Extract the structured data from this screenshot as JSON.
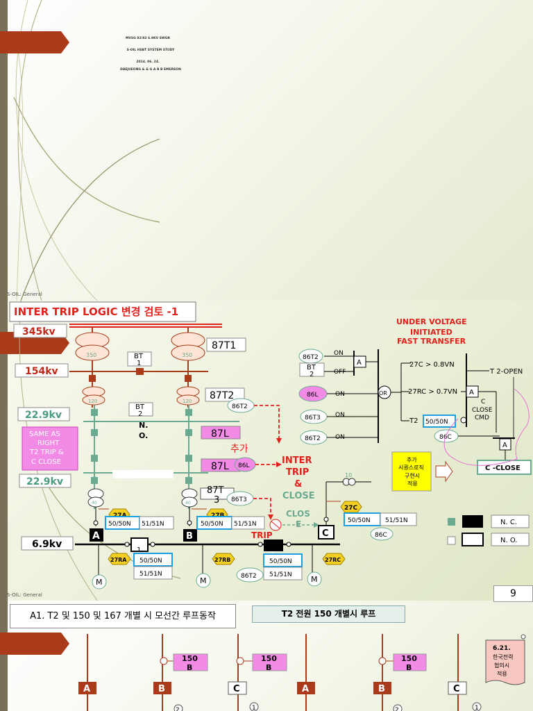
{
  "slide1": {
    "title_lines": [
      "MVSG  82/82  6.9KV SWGR",
      "S-OIL  HSBT SYSTEM  STUDY",
      "2014. 06. 24.",
      "DAEJUEONG & & G     A B B EMERSON"
    ],
    "footer": "S-OIL: General"
  },
  "slide2": {
    "title": "INTER  TRIP  LOGIC  변경 검토 -1",
    "voltage_labels": {
      "v345": "345kv",
      "v154": "154kv",
      "v229a": "22.9kv",
      "v229b": "22.9kv",
      "v69": "6.9kv"
    },
    "relays_main": {
      "t1": "87T1",
      "t2": "87T2",
      "l1": "87L",
      "l2": "87L",
      "t3a": "87T",
      "t3b": "3"
    },
    "bt1": [
      "BT",
      "1"
    ],
    "bt2": [
      "BT",
      "2"
    ],
    "no_label": [
      "N.",
      "O."
    ],
    "xfmr": {
      "a": "350",
      "b": "350",
      "c": "120",
      "d": "120",
      "e": "40",
      "f": "40",
      "g": "10"
    },
    "same_as": [
      "SAME  AS",
      "RIGHT",
      "T2 TRIP &",
      "C CLOSE"
    ],
    "bus": {
      "a": "A",
      "b": "B",
      "c": "C",
      "h1": "1",
      "h2": "2"
    },
    "relays": {
      "r27a": "27A",
      "r27b": "27B",
      "r27c": "27C",
      "r27ra": "27RA",
      "r27rb": "27RB",
      "r27rc": "27RC",
      "r5050": "50/50N",
      "r5151": "51/51N",
      "r86t2": "86T2",
      "r86l": "86L",
      "r86t3": "86T3",
      "r86c": "86C"
    },
    "motor": "M",
    "inter_trip": [
      "INTER",
      "TRIP",
      "&",
      "CLOSE"
    ],
    "clos": [
      "CLOS",
      "E"
    ],
    "trip": "TRIP",
    "korean_red": "추가",
    "uv_title": [
      "UNDER VOLTAGE",
      "INITIATED",
      "FAST TRANSFER"
    ],
    "logic": {
      "in1": "86T2",
      "in2": "BT",
      "in2b": "2",
      "in3": "86L",
      "in4": "86T3",
      "in5": "86T2",
      "on": "ON",
      "off": "OFF",
      "a": "A",
      "or": "OR",
      "c27": "27C  >  0.8VN",
      "c27rc": "27RC > 0.7VN",
      "t2": "T2",
      "t2open": "T 2-OPEN",
      "cclose": [
        "C",
        "CLOSE",
        "CMD"
      ],
      "c86": "86C",
      "cclose_out": "C -CLOSE"
    },
    "yellow_note": [
      "추가",
      "시퀀스로직",
      "구현시",
      "적용"
    ],
    "legend": {
      "nc": "N. C.",
      "no": "N. O."
    },
    "footer": "S-OIL: General",
    "page": "9"
  },
  "slide3": {
    "box1": "A1. T2  및  150  및  167  개별 시 모선간 루프동작",
    "box2": "T2  전원  150  개별시 루프",
    "b150": [
      "150",
      "B"
    ],
    "bus": [
      "A",
      "B",
      "C",
      "A",
      "B",
      "C"
    ],
    "n2": "2",
    "n1": "1",
    "scroll": [
      "6.21.",
      "한국전력",
      "협의시",
      "적용"
    ]
  },
  "colors": {
    "red": "#e0201a",
    "brown": "#a93a1a",
    "green": "#6aaa90",
    "pink": "#f28be6",
    "yellow": "#ffff00",
    "cyan": "#1aa0e0"
  }
}
